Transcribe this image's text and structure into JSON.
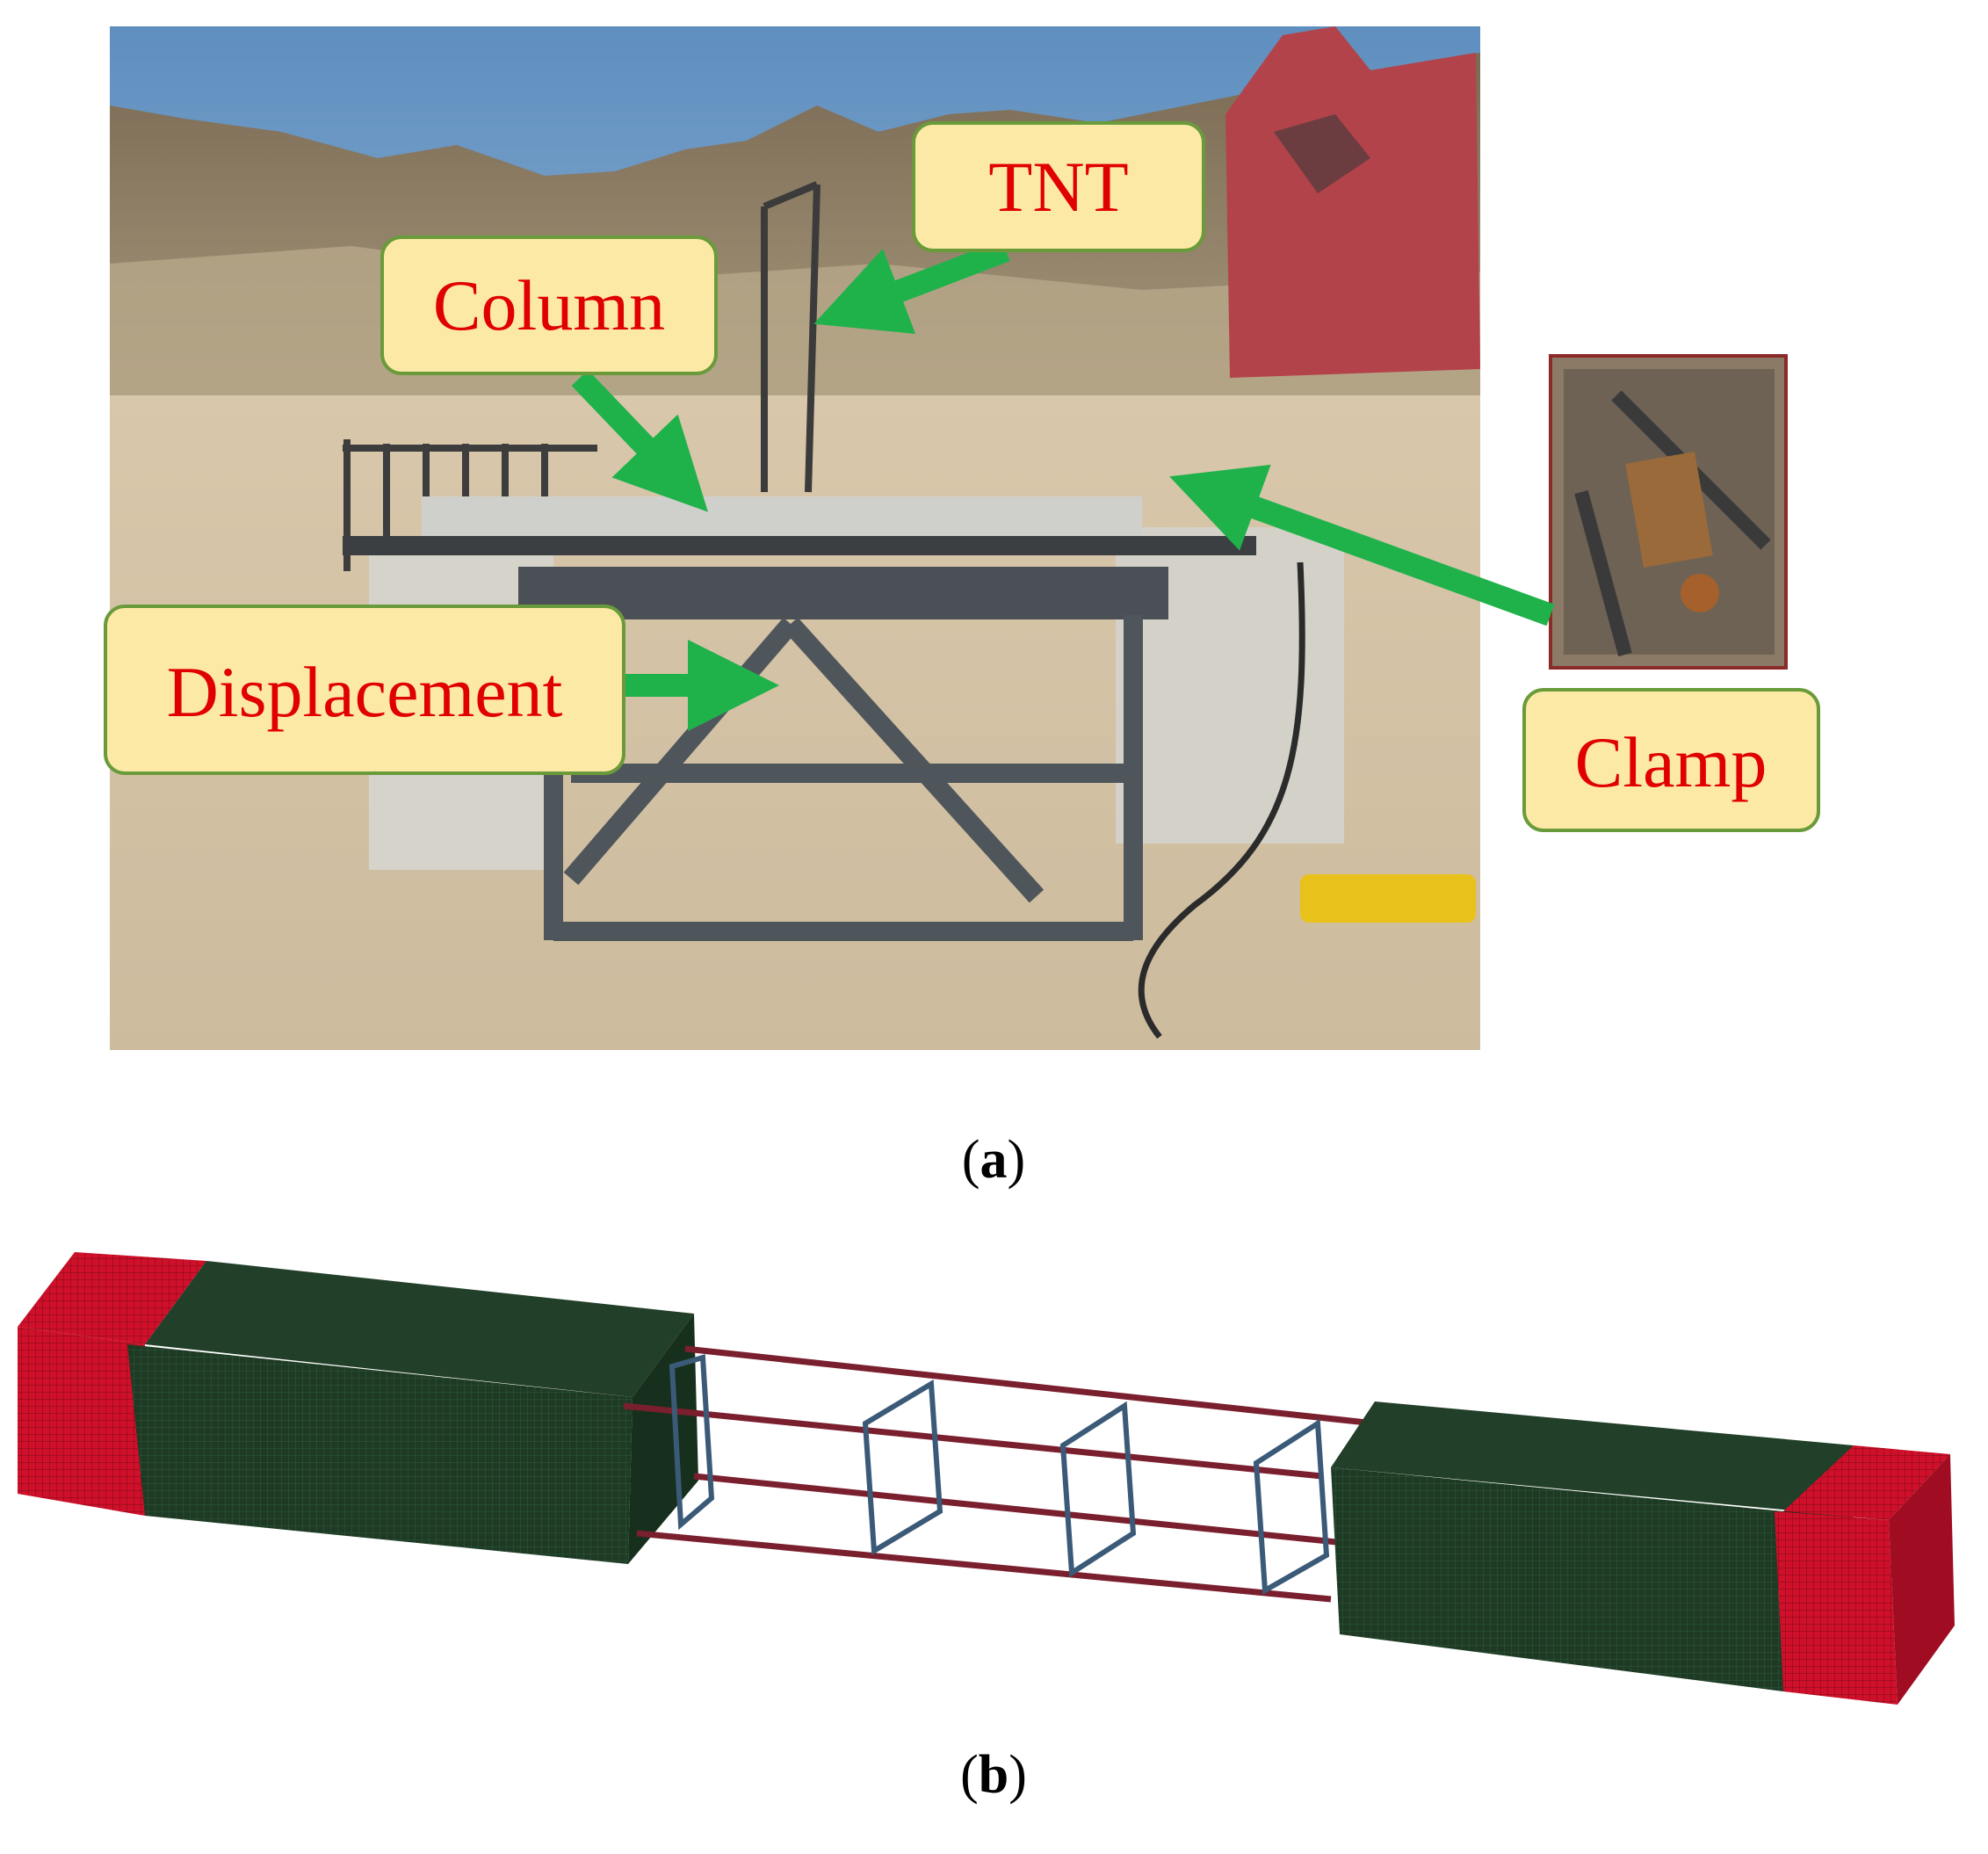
{
  "panel_a": {
    "caption_open": "(",
    "caption_letter": "a",
    "caption_close": ")",
    "labels": {
      "tnt": "TNT",
      "column": "Column",
      "displacement": "Displacement",
      "clamp": "Clamp"
    },
    "colors": {
      "callout_fill": "#fde9a6",
      "callout_border": "#6a9b3a",
      "callout_text": "#e00000",
      "arrow": "#1fb24a"
    }
  },
  "panel_b": {
    "caption_open": "(",
    "caption_letter": "b",
    "caption_close": ")",
    "colors": {
      "concrete_mesh": "#1e3a24",
      "boundary_mesh": "#d0102a",
      "rebar": "#7a1f2e",
      "stirrup": "#3a5a78"
    }
  }
}
